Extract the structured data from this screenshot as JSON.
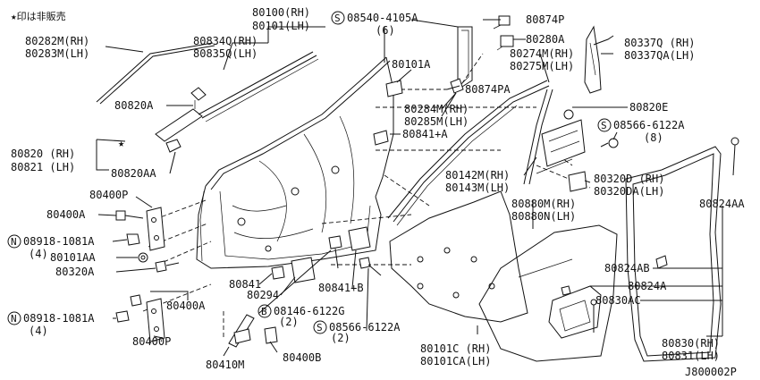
{
  "legend_note": "★印は非販売",
  "diagram_code": "J800002P",
  "labels": {
    "p80282m": "80282M(RH)",
    "p80283m": "80283M(LH)",
    "p80100": "80100(RH)",
    "p80101": "80101(LH)",
    "p80834q": "80834Q(RH)",
    "p80835q": "80835Q(LH)",
    "p08540": "08540-4105A",
    "p08540_qty": "(6)",
    "p80874p": "80874P",
    "p80280a": "80280A",
    "p80337q": "80337Q (RH)",
    "p80337qa": "80337QA(LH)",
    "p80101a": "80101A",
    "p80274m": "80274M(RH)",
    "p80275m": "80275M(LH)",
    "p80874pa": "80874PA",
    "p80820a": "80820A",
    "p80284m": "80284M(RH)",
    "p80285m": "80285M(LH)",
    "p80820e": "80820E",
    "p08566a": "08566-6122A",
    "p08566a_qty": "(8)",
    "p80841a": "80841+A",
    "p80820": "80820 (RH)",
    "p80821": "80821 (LH)",
    "p80820aa": "80820AA",
    "p80142m": "80142M(RH)",
    "p80143m": "80143M(LH)",
    "p80320d": "80320D (RH)",
    "p80320da": "80320DA(LH)",
    "p80400p_top": "80400P",
    "p80400a_left": "80400A",
    "p80880m": "80880M(RH)",
    "p80880n": "80880N(LH)",
    "p80824aa": "80824AA",
    "p08918_top": "08918-1081A",
    "p08918_top_qty": "(4)",
    "p80101aa": "80101AA",
    "p80320a": "80320A",
    "p80824ab": "80824AB",
    "p80841": "80841",
    "p80824a": "80824A",
    "p80294": "80294",
    "p80841b": "80841+B",
    "p80830ac": "80830AC",
    "p80400a_right": "80400A",
    "p08918_bot": "08918-1081A",
    "p08918_bot_qty": "(4)",
    "p08146": "08146-6122G",
    "p08146_qty": "(2)",
    "p08566b": "08566-6122A",
    "p08566b_qty": "(2)",
    "p80400p_bot": "80400P",
    "p80101c": "80101C (RH)",
    "p80101ca": "80101CA(LH)",
    "p80830": "80830(RH)",
    "p80831": "80831(LH)",
    "p80410m": "80410M",
    "p80400b": "80400B"
  },
  "markers": {
    "star": "★",
    "S": "S",
    "N": "N",
    "B": "B"
  }
}
